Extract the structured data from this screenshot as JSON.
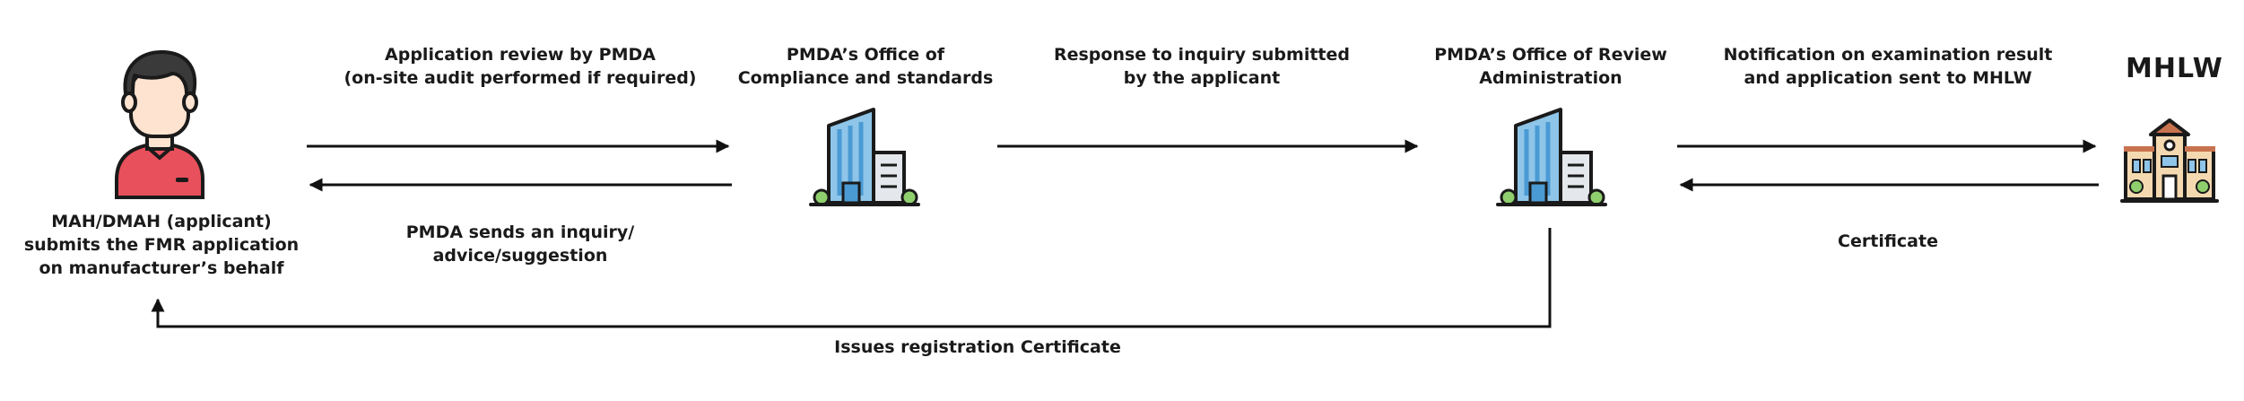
{
  "nodes": {
    "applicant": {
      "icon": "person-icon",
      "lines": [
        "MAH/DMAH (applicant)",
        "submits the FMR application",
        "on manufacturer’s behalf"
      ]
    },
    "compliance_office": {
      "icon": "office-building-icon",
      "lines": [
        "PMDA’s Office of",
        "Compliance and standards"
      ]
    },
    "review_office": {
      "icon": "office-building-icon",
      "lines": [
        "PMDA’s Office of Review",
        "Administration"
      ]
    },
    "mhlw": {
      "icon": "government-building-icon",
      "title": "MHLW"
    }
  },
  "edges": {
    "review_by_pmda": [
      "Application review by PMDA",
      "(on-site audit performed if required)"
    ],
    "pmda_inquiry": [
      "PMDA sends an inquiry/",
      "advice/suggestion"
    ],
    "inquiry_response": [
      "Response to inquiry submitted",
      "by the applicant"
    ],
    "notification_to_mhlw": [
      "Notification on examination result",
      "and application sent to MHLW"
    ],
    "certificate": [
      "Certificate"
    ],
    "issues_certificate": [
      "Issues registration Certificate"
    ]
  },
  "colors": {
    "arrow": "#111111",
    "shirt": "#e8505b",
    "skin": "#fde3d0",
    "hair": "#3a3a3a",
    "building_blue": "#8ec5e8",
    "building_dark_blue": "#4a9ad4",
    "building_grey": "#e4e8ec",
    "gov_building": "#f4d9b0",
    "gov_roof": "#c8734f",
    "tree": "#8fcf6d"
  }
}
